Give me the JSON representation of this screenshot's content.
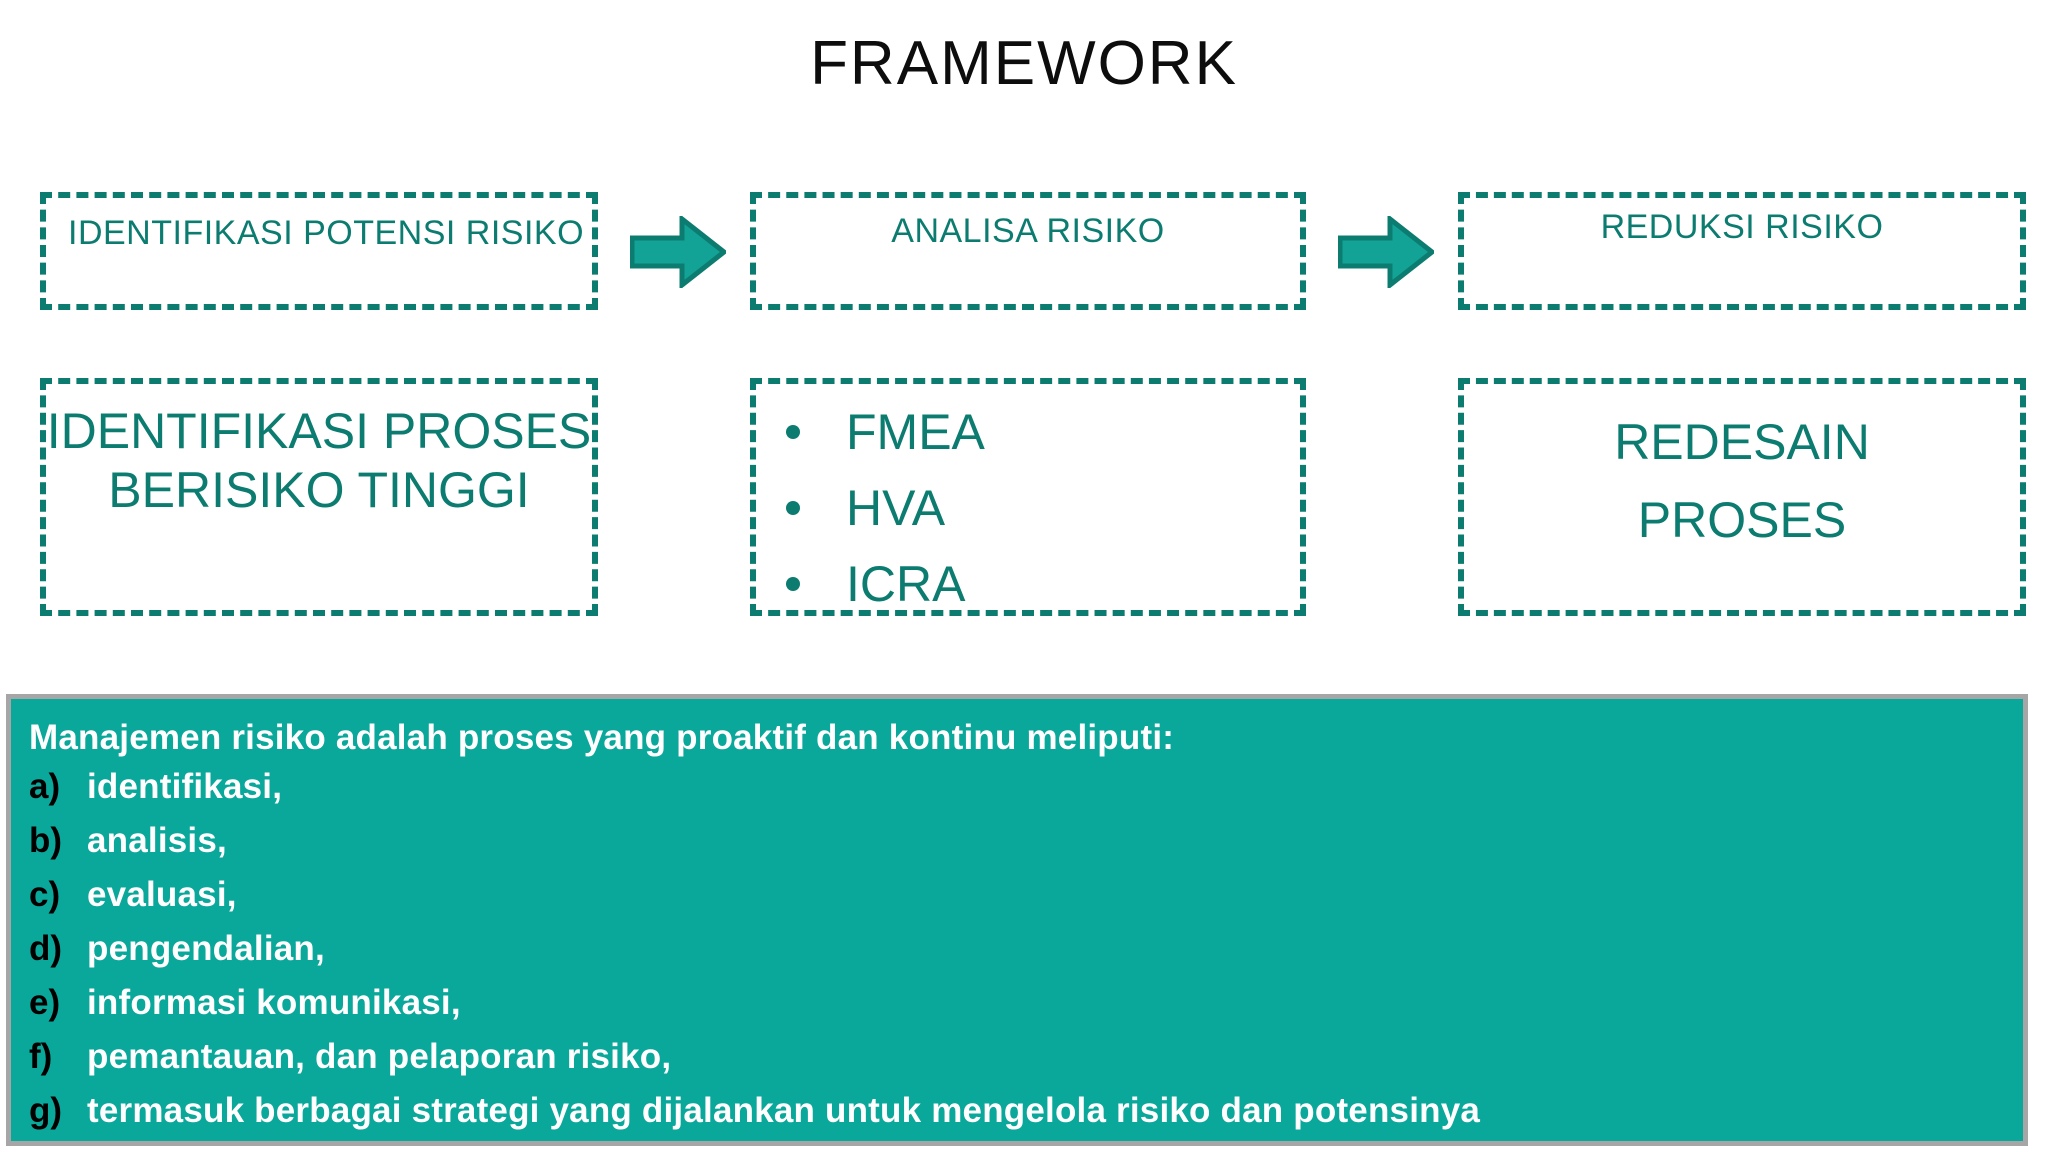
{
  "slide": {
    "title": "FRAMEWORK",
    "title_color": "#0d0d0d",
    "background": "#ffffff"
  },
  "theme": {
    "box_border_color": "#0c7c71",
    "box_text_color": "#0c7c71",
    "arrow_fill": "#13a396",
    "arrow_stroke": "#0c7c71",
    "panel_fill": "#0aa79b",
    "panel_border": "#a6a6a6",
    "panel_text_color": "#ffffff",
    "panel_marker_color": "#000000"
  },
  "flow": {
    "stage_row": [
      {
        "label": "IDENTIFIKASI POTENSI RISIKO"
      },
      {
        "label": "ANALISA RISIKO"
      },
      {
        "label": "REDUKSI RISIKO"
      }
    ],
    "detail_row": {
      "left": {
        "line1": "IDENTIFIKASI PROSES",
        "line2": "BERISIKO TINGGI"
      },
      "middle": {
        "items": [
          "FMEA",
          "HVA",
          "ICRA"
        ]
      },
      "right": {
        "line1": "REDESAIN",
        "line2": "PROSES"
      }
    },
    "arrows": [
      {
        "name": "arrow-right-1"
      },
      {
        "name": "arrow-right-2"
      }
    ]
  },
  "summary": {
    "heading": "Manajemen risiko adalah proses yang proaktif dan kontinu meliputi:",
    "items": [
      {
        "marker": "a)",
        "text": "identifikasi,"
      },
      {
        "marker": "b)",
        "text": "analisis,"
      },
      {
        "marker": "c)",
        "text": "evaluasi,"
      },
      {
        "marker": "d)",
        "text": "pengendalian,"
      },
      {
        "marker": "e)",
        "text": "informasi komunikasi,"
      },
      {
        "marker": "f)",
        "text": "pemantauan, dan pelaporan risiko,"
      },
      {
        "marker": "g)",
        "text": "termasuk berbagai strategi yang dijalankan untuk mengelola risiko dan potensinya"
      }
    ]
  }
}
